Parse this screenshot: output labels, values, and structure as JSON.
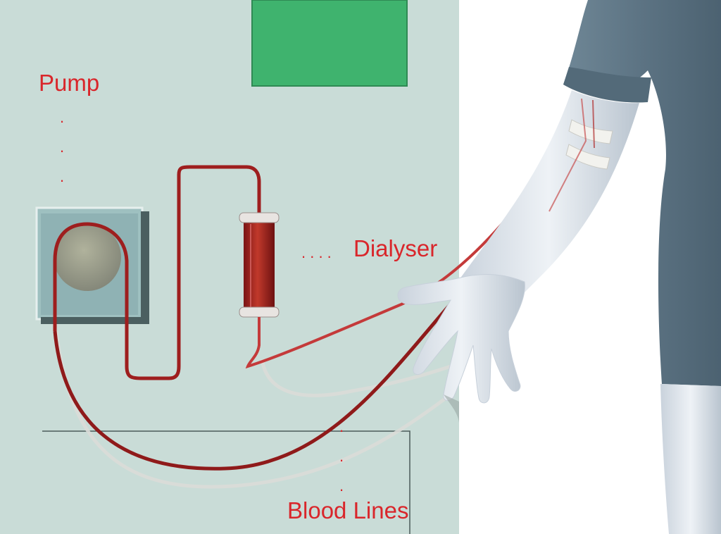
{
  "labels": {
    "pump": "Pump",
    "dialyser": "Dialyser",
    "blood_lines": "Blood Lines"
  },
  "leader_dots": {
    "dot": ".",
    "dialyser_dots": ". . . ."
  },
  "colors": {
    "label": "#d9262b",
    "machine_panel": "#c9dcd7",
    "screen": "#3fb36e",
    "pump_housing": "#8fb2b4",
    "pump_rotor": "#9a9d88",
    "blood": "#9e1e1e",
    "blood_light": "#c43a3a",
    "return_line": "#dcdcd8",
    "skin": "#e4eaf0",
    "shirt": "#5e7584",
    "background": "#ffffff"
  }
}
